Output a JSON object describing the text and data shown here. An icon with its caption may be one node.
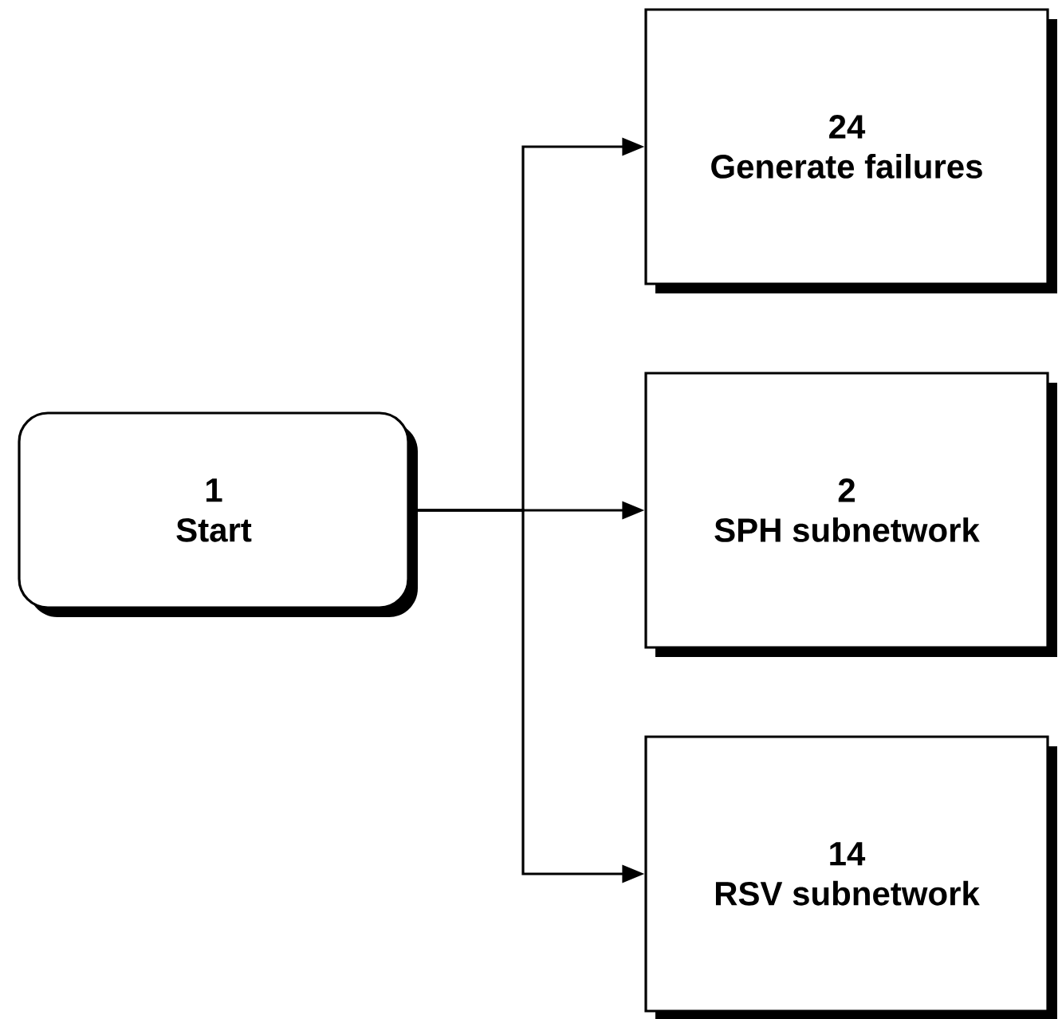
{
  "diagram": {
    "nodes": [
      {
        "text": [
          "1",
          "Start"
        ]
      },
      {
        "text": [
          "24",
          "Generate failures"
        ]
      },
      {
        "text": [
          "2",
          "SPH subnetwork"
        ]
      },
      {
        "text": [
          "14",
          "RSV subnetwork"
        ]
      }
    ],
    "edges": [
      {
        "from": 0,
        "to": 1,
        "arrow": "to"
      },
      {
        "from": 0,
        "to": 2,
        "arrow": "to"
      },
      {
        "from": 0,
        "to": 3,
        "arrow": "to"
      }
    ]
  }
}
